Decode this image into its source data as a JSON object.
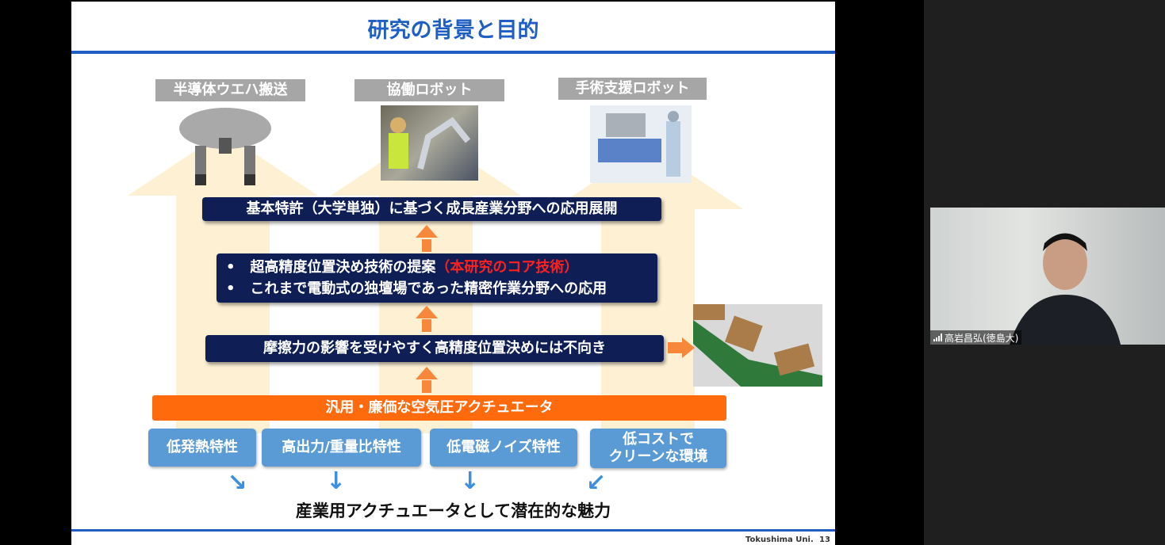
{
  "slide": {
    "title": "研究の背景と目的",
    "categories": [
      "半導体ウエハ搬送",
      "協働ロボット",
      "手術支援ロボット"
    ],
    "box_top": "基本特許（大学単独）に基づく成長産業分野への応用展開",
    "bullets": [
      "超高精度位置決め技術の提案",
      "（本研究のコア技術）",
      "これまで電動式の独壇場であった精密作業分野への応用"
    ],
    "bullet_mark": "•",
    "box_friction": "摩擦力の影響を受けやすく高精度位置決めには不向き",
    "box_actuator": "汎用・廉価な空気圧アクチュエータ",
    "features": [
      "低発熱特性",
      "高出力/重量比特性",
      "低電磁ノイズ特性",
      "低コストで\nクリーンな環境"
    ],
    "conclusion": "産業用アクチュエータとして潜在的な魅力",
    "footer": "Tokushima Uni.",
    "page_number": "13",
    "colors": {
      "title": "#1f5fc4",
      "navy": "#0f1f56",
      "orange": "#ff6a0d",
      "blue": "#5b9bd5",
      "red": "#ff2020"
    }
  },
  "participant": {
    "name": "高岩昌弘(徳島大)"
  }
}
